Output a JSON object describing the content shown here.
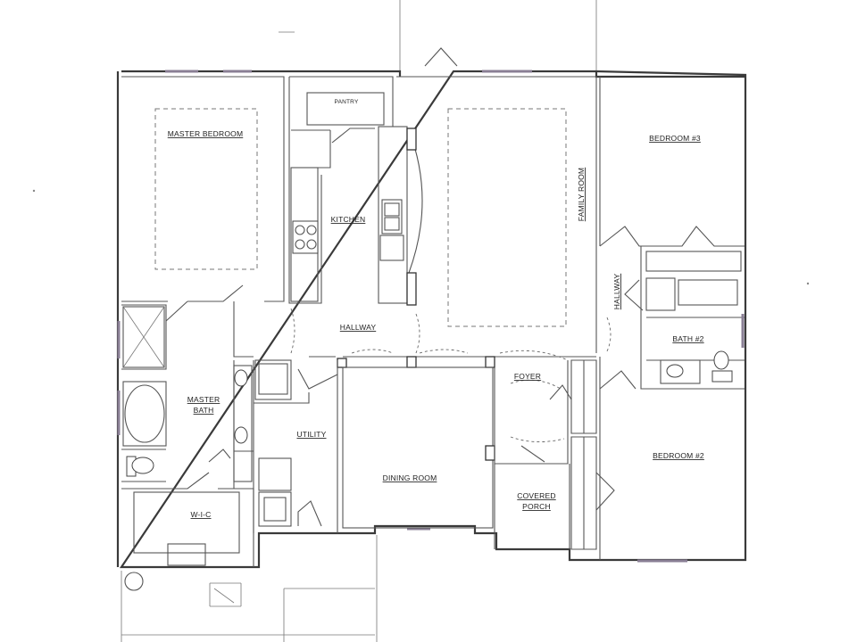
{
  "rooms": {
    "master_bedroom": "MASTER BEDROOM",
    "pantry": "PANTRY",
    "kitchen": "KITCHEN",
    "family_room": "FAMILY ROOM",
    "bedroom_3": "BEDROOM #3",
    "hallway_main": "HALLWAY",
    "hallway_side": "HALLWAY",
    "bath_2": "BATH #2",
    "master_bath_line1": "MASTER",
    "master_bath_line2": "BATH",
    "utility": "UTILITY",
    "foyer": "FOYER",
    "dining_room": "DINING ROOM",
    "bedroom_2": "BEDROOM #2",
    "covered_porch_line1": "COVERED",
    "covered_porch_line2": "PORCH",
    "wic": "W-I-C"
  },
  "colors": {
    "wall": "#3a3a3a",
    "window": "#8a7f95",
    "background": "#ffffff"
  }
}
